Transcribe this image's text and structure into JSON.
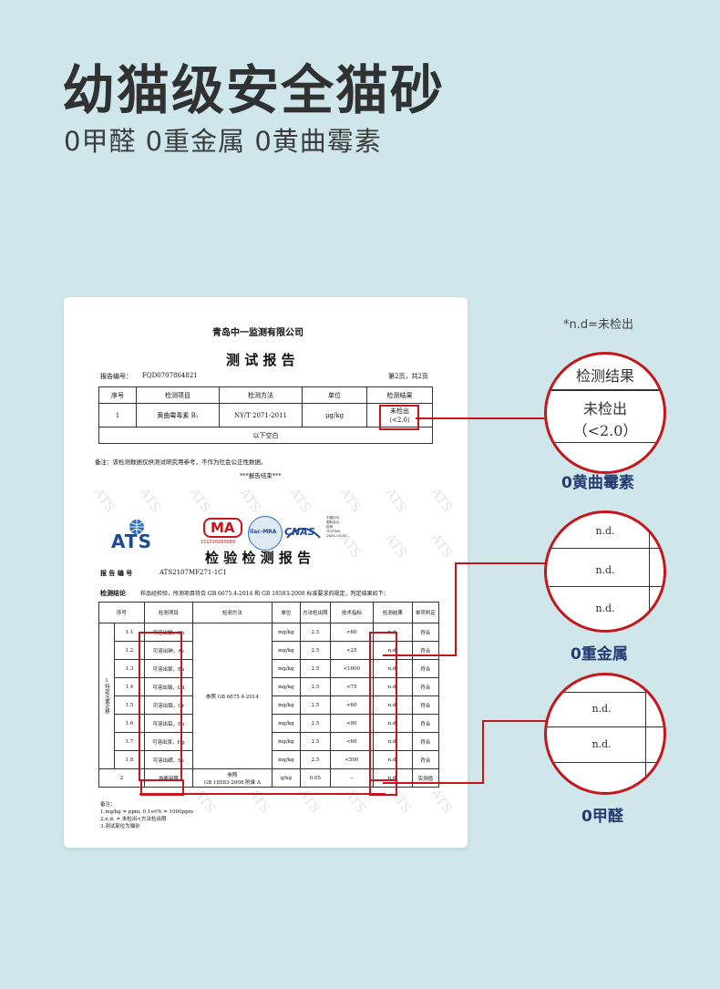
{
  "header": {
    "title": "幼猫级安全猫砂",
    "subtitle": "0甲醛 0重金属 0黄曲霉素"
  },
  "note": "*n.d=未检出",
  "report1": {
    "company": "青岛中一监测有限公司",
    "title": "测 试 报 告",
    "report_no_label": "报告编号：",
    "report_no": "FQD0707864821",
    "page": "第2页，共2页",
    "columns": [
      "序号",
      "检测项目",
      "检测方法",
      "单位",
      "检测结果"
    ],
    "row": {
      "no": "1",
      "item": "黄曲霉毒素 B₁",
      "method": "NY/T 2071-2011",
      "unit": "μg/kg",
      "result_line1": "未检出",
      "result_line2": "（<2.0）"
    },
    "blank": "以下空白",
    "remark": "备注：该检测数据仅供测试研究用参考，不作为社会公正性数据。",
    "end": "***报告结束***"
  },
  "report2": {
    "logo_text": "ATS",
    "ma_text": "MA",
    "ma_number": "151010260089",
    "ilac_text": "ilac-MRA",
    "cnas_text": "CNAS",
    "cnas_side": [
      "中国认可",
      "国际互认",
      "检测",
      "TESTING",
      "CNAS L5155"
    ],
    "title": "检 验 检 测 报 告",
    "report_no_label": "报  告  编  号",
    "report_no": "ATS2107MF271-1C1",
    "conclusion_label": "检测结论",
    "conclusion": "样品经检验，所测项目符合 GB 6675.4-2014 和 GB 18583-2008 标准要求的规定，判定结果如下：",
    "columns": [
      "序号",
      "检测项目",
      "检测方法",
      "单位",
      "方法检出限",
      "技术指标",
      "检测结果",
      "单项判定"
    ],
    "group_no": "1",
    "group_label": "特定元素迁移",
    "method_shared": "参照 GB 6675.4-2014",
    "rows": [
      {
        "no": "1.1",
        "item": "可溶出锑，Sb",
        "unit": "mg/kg",
        "limit": "2.5",
        "spec": "<60",
        "result": "n.d.",
        "verdict": "符合"
      },
      {
        "no": "1.2",
        "item": "可溶出砷，As",
        "unit": "mg/kg",
        "limit": "2.5",
        "spec": "<25",
        "result": "n.d.",
        "verdict": "符合"
      },
      {
        "no": "1.3",
        "item": "可溶出钡，Ba",
        "unit": "mg/kg",
        "limit": "2.5",
        "spec": "<1000",
        "result": "n.d.",
        "verdict": "符合"
      },
      {
        "no": "1.4",
        "item": "可溶出镉，Cd",
        "unit": "mg/kg",
        "limit": "2.5",
        "spec": "<75",
        "result": "n.d.",
        "verdict": "符合"
      },
      {
        "no": "1.5",
        "item": "可溶出铬，Cr",
        "unit": "mg/kg",
        "limit": "2.5",
        "spec": "<60",
        "result": "n.d.",
        "verdict": "符合"
      },
      {
        "no": "1.6",
        "item": "可溶出铅，Pb",
        "unit": "mg/kg",
        "limit": "2.5",
        "spec": "<90",
        "result": "n.d.",
        "verdict": "符合"
      },
      {
        "no": "1.7",
        "item": "可溶出汞，Hg",
        "unit": "mg/kg",
        "limit": "2.5",
        "spec": "<60",
        "result": "n.d.",
        "verdict": "符合"
      },
      {
        "no": "1.8",
        "item": "可溶出硒，Se",
        "unit": "mg/kg",
        "limit": "2.5",
        "spec": "<500",
        "result": "n.d.",
        "verdict": "符合"
      }
    ],
    "row2": {
      "no": "2",
      "item": "游离甲醛",
      "method_line1": "参照",
      "method_line2": "GB 18583-2008 附录 A",
      "unit": "g/kg",
      "limit": "0.05",
      "spec": "--",
      "result": "n.d.",
      "verdict": "实测值"
    },
    "notes": [
      "备注：",
      "1.mg/kg = ppm; 0.1wt% = 1000ppm",
      "2.n.d. = 未检出<方法检出限",
      "3.测试部位为猫砂"
    ]
  },
  "circle1": {
    "header": "检测结果",
    "line1": "未检出",
    "line2": "（<2.0）",
    "label": "0黄曲霉素"
  },
  "circle2": {
    "values": [
      "n.d.",
      "n.d.",
      "n.d."
    ],
    "label": "0重金属"
  },
  "circle3": {
    "values": [
      "n.d.",
      "n.d."
    ],
    "label": "0甲醛"
  },
  "colors": {
    "background": "#cfe6ea",
    "accent_red": "#c4161c",
    "label_navy": "#233b6e"
  }
}
